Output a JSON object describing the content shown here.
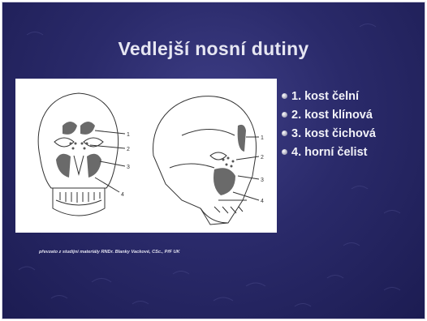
{
  "slide": {
    "title": "Vedlejší nosní dutiny",
    "bullets": [
      {
        "label": "1. kost čelní"
      },
      {
        "label": "2. kost klínová"
      },
      {
        "label": "3. kost čichová"
      },
      {
        "label": "4. horní čelist"
      }
    ],
    "figure": {
      "callouts_front": [
        "1",
        "2",
        "3",
        "4"
      ],
      "callouts_side": [
        "1",
        "2",
        "3",
        "4"
      ]
    },
    "credit": "převzato z studijní materiály RNDr. Blanky Vackové, CSc., PřF UK"
  },
  "colors": {
    "background": "#2a2a6a",
    "title_text": "#e6e6f2",
    "bullet_text": "#f2f2f8",
    "sinus_fill": "#6a6a6a"
  }
}
